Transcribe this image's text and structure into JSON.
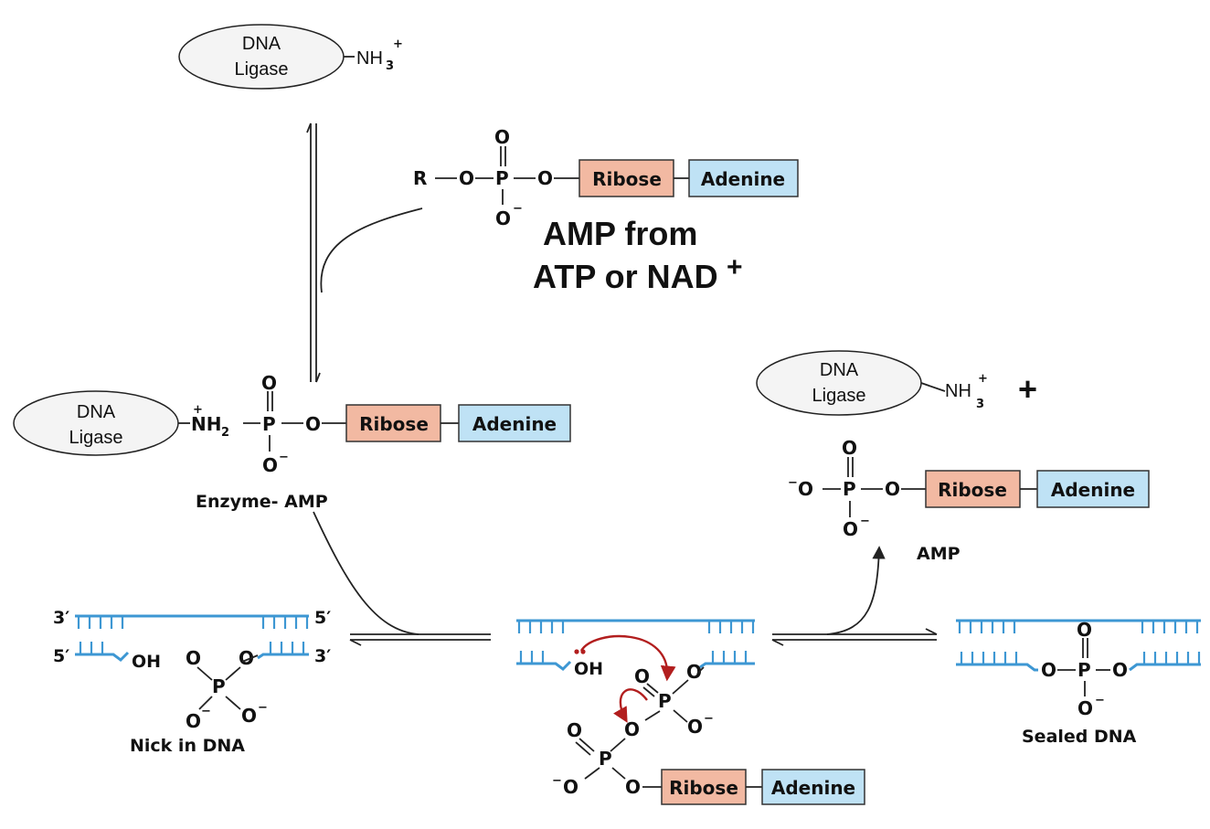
{
  "labels": {
    "dna": "DNA",
    "ligase": "Ligase",
    "r": "R",
    "o": "O",
    "p": "P",
    "o_minus": "O",
    "minus": "−",
    "plus": "+",
    "nh3": "NH",
    "nh2": "NH",
    "three_sub": "3",
    "two_sub": "2",
    "oh": "OH",
    "ribose": "Ribose",
    "adenine": "Adenine",
    "amp_from": "AMP from",
    "atp_or_nad": "ATP or NAD",
    "enzyme_amp": "Enzyme- AMP",
    "amp": "AMP",
    "nick_in_dna": "Nick in DNA",
    "sealed_dna": "Sealed DNA",
    "three_prime": "3′",
    "five_prime": "5′"
  },
  "colors": {
    "ribose_fill": "#f2b9a2",
    "adenine_fill": "#bfe2f5",
    "dna_strand": "#3d97d3",
    "curved_arrow": "#b21e1e"
  }
}
